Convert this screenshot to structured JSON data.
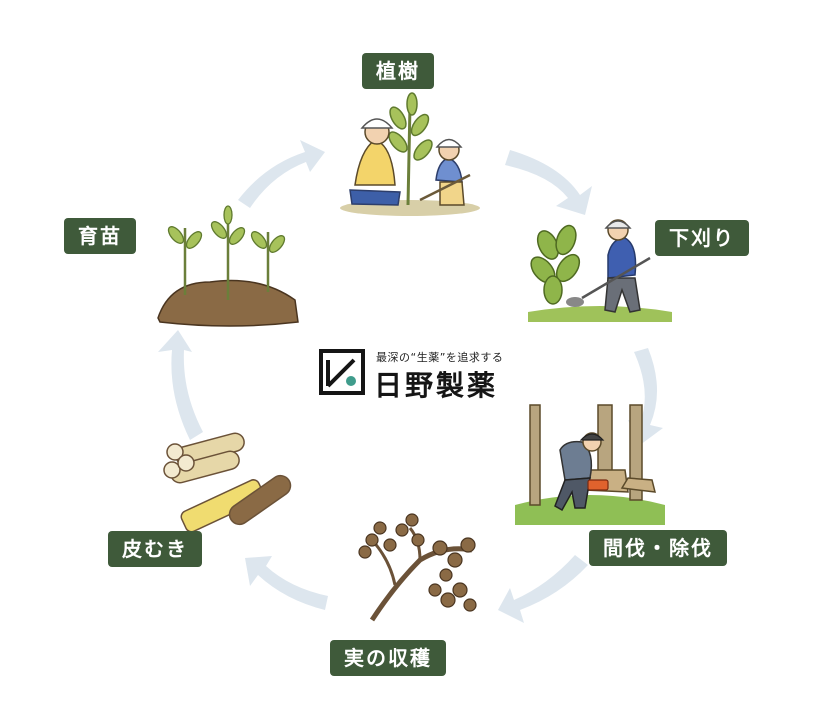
{
  "diagram": {
    "steps": [
      {
        "label": "植樹"
      },
      {
        "label": "下刈り"
      },
      {
        "label": "間伐・除伐"
      },
      {
        "label": "実の収穫"
      },
      {
        "label": "皮むき"
      },
      {
        "label": "育苗"
      }
    ]
  },
  "logo": {
    "tagline": "最深の“生薬”を追求する",
    "company": "日野製薬"
  },
  "colors": {
    "label_bg": "#3f5a3a",
    "label_text": "#ffffff",
    "arrow": "#dde6ee",
    "logo_accent": "#3f9c8c"
  }
}
